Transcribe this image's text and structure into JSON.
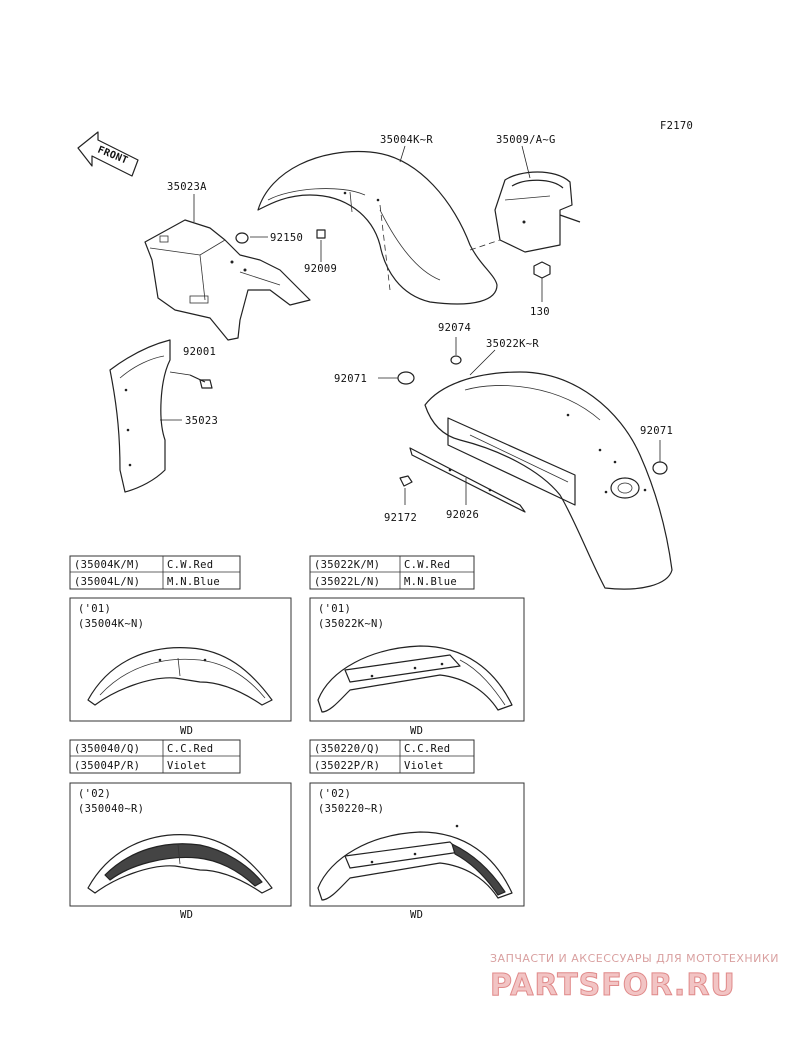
{
  "figure_code": "F2170",
  "front_label": "FRONT",
  "parts": {
    "p35004": "35004K~R",
    "p35009": "35009/A~G",
    "p35023A": "35023A",
    "p92150": "92150",
    "p92009": "92009",
    "p130": "130",
    "p92074": "92074",
    "p35022": "35022K~R",
    "p92001": "92001",
    "p92071a": "92071",
    "p35023": "35023",
    "p92071b": "92071",
    "p92172": "92172",
    "p92026": "92026"
  },
  "tables": {
    "front_km": {
      "code": "(35004K/M)",
      "color": "C.W.Red"
    },
    "front_ln": {
      "code": "(35004L/N)",
      "color": "M.N.Blue"
    },
    "rear_km": {
      "code": "(35022K/M)",
      "color": "C.W.Red"
    },
    "rear_ln": {
      "code": "(35022L/N)",
      "color": "M.N.Blue"
    },
    "front_oq": {
      "code": "(350040/Q)",
      "color": "C.C.Red"
    },
    "front_pr": {
      "code": "(35004P/R)",
      "color": "Violet"
    },
    "rear_oq": {
      "code": "(350220/Q)",
      "color": "C.C.Red"
    },
    "rear_pr": {
      "code": "(35022P/R)",
      "color": "Violet"
    }
  },
  "variants": {
    "v1": {
      "year": "('01)",
      "range": "(35004K~N)",
      "note": "WD"
    },
    "v2": {
      "year": "('01)",
      "range": "(35022K~N)",
      "note": "WD"
    },
    "v3": {
      "year": "('02)",
      "range": "(350040~R)",
      "note": "WD"
    },
    "v4": {
      "year": "('02)",
      "range": "(350220~R)",
      "note": "WD"
    }
  },
  "watermark": {
    "tagline": "ЗАПЧАСТИ И АКСЕССУАРЫ ДЛЯ МОТОТЕХНИКИ",
    "brand": "PARTSFOR.RU"
  }
}
